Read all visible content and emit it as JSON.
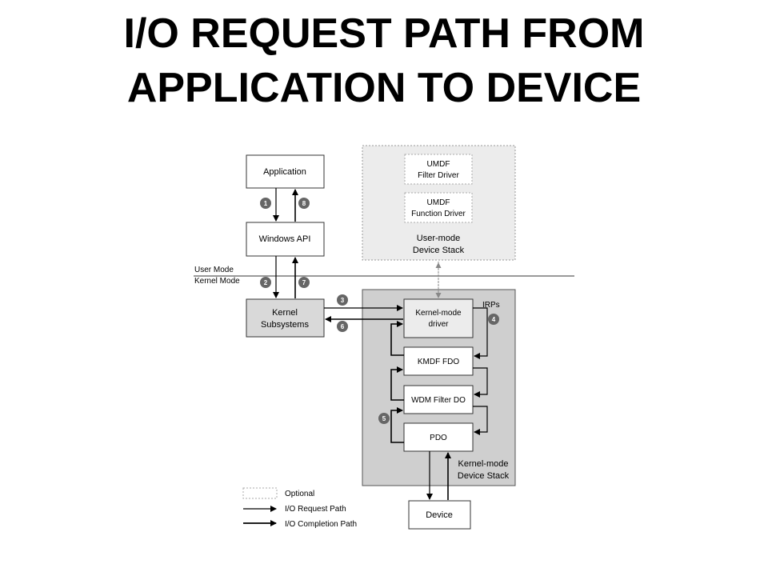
{
  "slide": {
    "title_line1": "I/O REQUEST PATH FROM",
    "title_line2": "APPLICATION TO DEVICE"
  },
  "diagram": {
    "application": "Application",
    "windows_api": "Windows API",
    "kernel_subsystems": [
      "Kernel",
      "Subsystems"
    ],
    "umdf_filter": [
      "UMDF",
      "Filter  Driver"
    ],
    "umdf_function": [
      "UMDF",
      "Function Driver"
    ],
    "user_stack_label": [
      "User-mode",
      "Device Stack"
    ],
    "user_mode": "User Mode",
    "kernel_mode": "Kernel Mode",
    "kernel_driver": [
      "Kernel-mode",
      "driver"
    ],
    "irps": "IRPs",
    "kmdf_fdo": "KMDF FDO",
    "wdm_filter": "WDM Filter DO",
    "pdo": "PDO",
    "kernel_stack_label": [
      "Kernel-mode",
      "Device Stack"
    ],
    "device": "Device",
    "steps": [
      "1",
      "2",
      "3",
      "4",
      "5",
      "6",
      "7",
      "8"
    ]
  },
  "legend": {
    "optional": "Optional",
    "request_path": "I/O Request Path",
    "completion_path": "I/O Completion Path"
  },
  "colors": {
    "kernel_box_fill": "#d9d9d9",
    "user_stack_fill": "#ececec",
    "kernel_stack_fill": "#cfcfcf",
    "badge_fill": "#666666"
  }
}
